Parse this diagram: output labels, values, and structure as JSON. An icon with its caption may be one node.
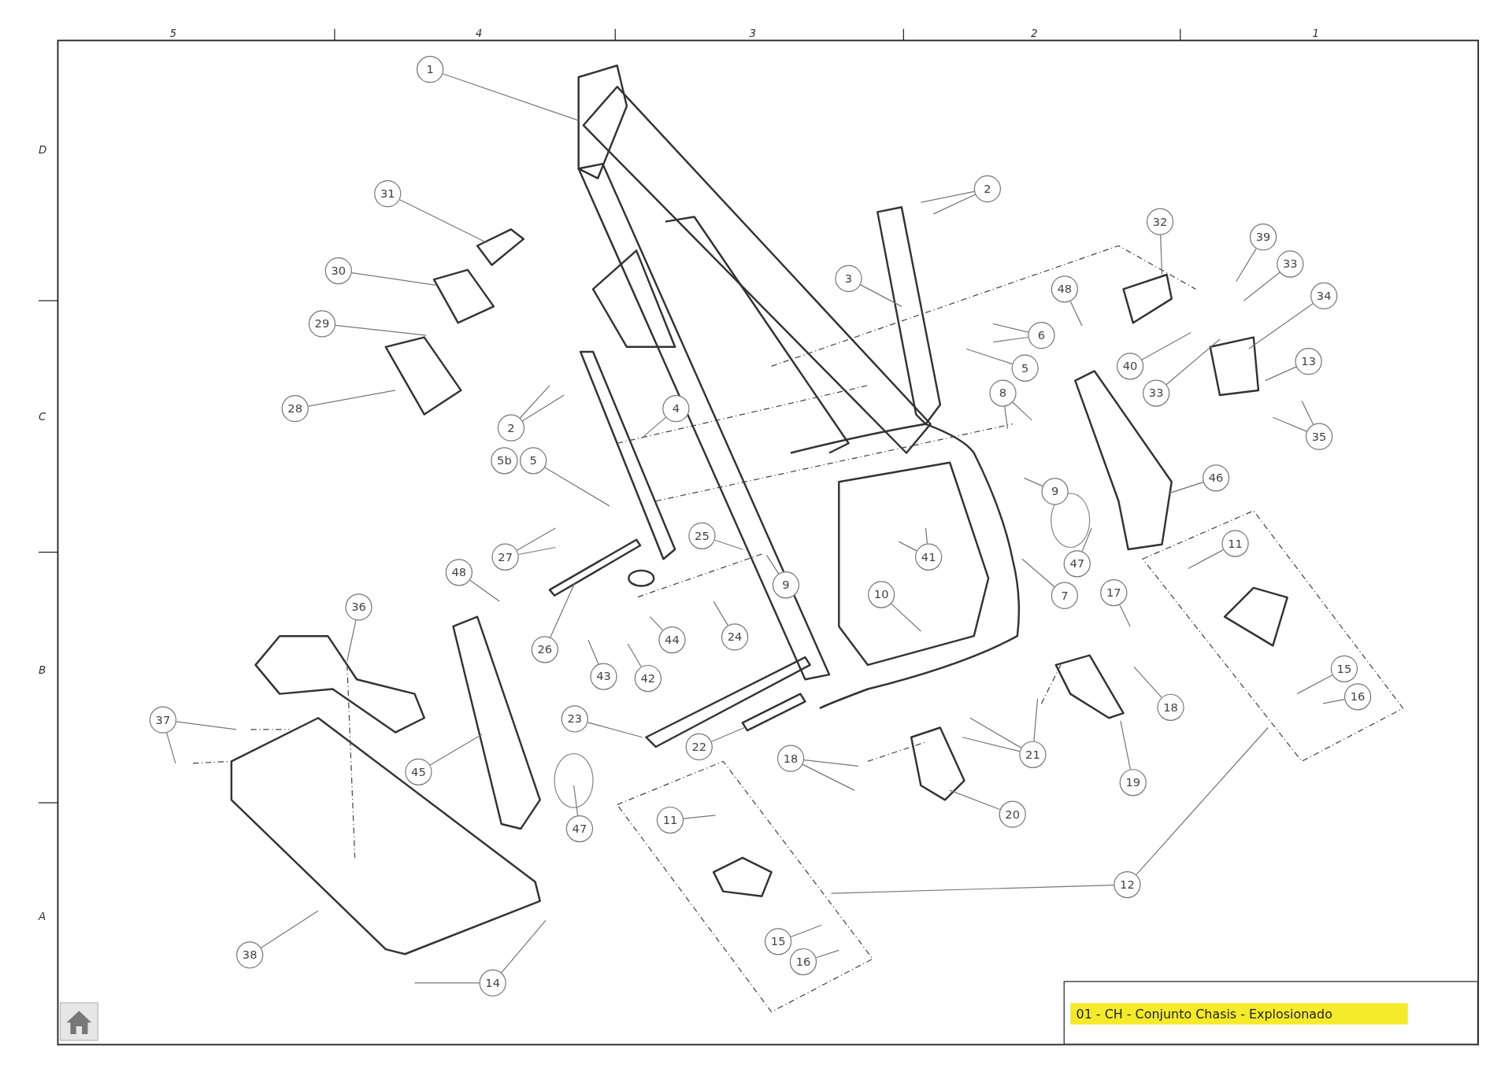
{
  "diagram": {
    "title": "01 - CH - Conjunto Chasis - Explosionado",
    "nodes": [
      {
        "text": [
          "1"
        ]
      },
      {
        "text": [
          "2"
        ]
      },
      {
        "text": [
          "31"
        ]
      },
      {
        "text": [
          "32"
        ]
      },
      {
        "text": [
          "39"
        ]
      },
      {
        "text": [
          "33"
        ]
      },
      {
        "text": [
          "3"
        ]
      },
      {
        "text": [
          "30"
        ]
      },
      {
        "text": [
          "48"
        ]
      },
      {
        "text": [
          "34"
        ]
      },
      {
        "text": [
          "29"
        ]
      },
      {
        "text": [
          "6"
        ]
      },
      {
        "text": [
          "13"
        ]
      },
      {
        "text": [
          "40"
        ]
      },
      {
        "text": [
          "5"
        ]
      },
      {
        "text": [
          "33"
        ]
      },
      {
        "text": [
          "8"
        ]
      },
      {
        "text": [
          "28"
        ]
      },
      {
        "text": [
          "4"
        ]
      },
      {
        "text": [
          "2"
        ]
      },
      {
        "text": [
          "35"
        ]
      },
      {
        "text": [
          "5b"
        ]
      },
      {
        "text": [
          "5"
        ]
      },
      {
        "text": [
          "46"
        ]
      },
      {
        "text": [
          "9"
        ]
      },
      {
        "text": [
          "25"
        ]
      },
      {
        "text": [
          "11"
        ]
      },
      {
        "text": [
          "27"
        ]
      },
      {
        "text": [
          "41"
        ]
      },
      {
        "text": [
          "47"
        ]
      },
      {
        "text": [
          "48"
        ]
      },
      {
        "text": [
          "9"
        ]
      },
      {
        "text": [
          "17"
        ]
      },
      {
        "text": [
          "10"
        ]
      },
      {
        "text": [
          "7"
        ]
      },
      {
        "text": [
          "36"
        ]
      },
      {
        "text": [
          "44"
        ]
      },
      {
        "text": [
          "24"
        ]
      },
      {
        "text": [
          "26"
        ]
      },
      {
        "text": [
          "15"
        ]
      },
      {
        "text": [
          "43"
        ]
      },
      {
        "text": [
          "42"
        ]
      },
      {
        "text": [
          "16"
        ]
      },
      {
        "text": [
          "18"
        ]
      },
      {
        "text": [
          "37"
        ]
      },
      {
        "text": [
          "23"
        ]
      },
      {
        "text": [
          "22"
        ]
      },
      {
        "text": [
          "21"
        ]
      },
      {
        "text": [
          "18"
        ]
      },
      {
        "text": [
          "45"
        ]
      },
      {
        "text": [
          "19"
        ]
      },
      {
        "text": [
          "20"
        ]
      },
      {
        "text": [
          "11"
        ]
      },
      {
        "text": [
          "47"
        ]
      },
      {
        "text": [
          "12"
        ]
      },
      {
        "text": [
          "15"
        ]
      },
      {
        "text": [
          "38"
        ]
      },
      {
        "text": [
          "16"
        ]
      },
      {
        "text": [
          "14"
        ]
      }
    ],
    "edges": [
      {
        "from": 0,
        "to": null,
        "arrow": "none"
      },
      {
        "from": 1,
        "to": null,
        "arrow": "none"
      },
      {
        "from": 1,
        "to": null,
        "arrow": "none"
      },
      {
        "from": 2,
        "to": null,
        "arrow": "none"
      },
      {
        "from": 3,
        "to": null,
        "arrow": "none"
      },
      {
        "from": 4,
        "to": null,
        "arrow": "none"
      },
      {
        "from": 5,
        "to": null,
        "arrow": "none"
      },
      {
        "from": 6,
        "to": null,
        "arrow": "none"
      },
      {
        "from": 7,
        "to": null,
        "arrow": "none"
      },
      {
        "from": 8,
        "to": null,
        "arrow": "none"
      },
      {
        "from": 9,
        "to": null,
        "arrow": "none"
      },
      {
        "from": 10,
        "to": null,
        "arrow": "none"
      },
      {
        "from": 11,
        "to": null,
        "arrow": "none"
      },
      {
        "from": 11,
        "to": null,
        "arrow": "none"
      },
      {
        "from": 12,
        "to": null,
        "arrow": "none"
      },
      {
        "from": 13,
        "to": null,
        "arrow": "none"
      },
      {
        "from": 14,
        "to": null,
        "arrow": "none"
      },
      {
        "from": 15,
        "to": null,
        "arrow": "none"
      },
      {
        "from": 16,
        "to": null,
        "arrow": "none"
      },
      {
        "from": 16,
        "to": null,
        "arrow": "none"
      },
      {
        "from": 17,
        "to": null,
        "arrow": "none"
      },
      {
        "from": 18,
        "to": null,
        "arrow": "none"
      },
      {
        "from": 19,
        "to": null,
        "arrow": "none"
      },
      {
        "from": 19,
        "to": null,
        "arrow": "none"
      },
      {
        "from": 20,
        "to": null,
        "arrow": "none"
      },
      {
        "from": 20,
        "to": null,
        "arrow": "none"
      },
      {
        "from": 22,
        "to": null,
        "arrow": "none"
      },
      {
        "from": 23,
        "to": null,
        "arrow": "none"
      },
      {
        "from": 24,
        "to": null,
        "arrow": "none"
      },
      {
        "from": 25,
        "to": null,
        "arrow": "none"
      },
      {
        "from": 26,
        "to": null,
        "arrow": "none"
      },
      {
        "from": 27,
        "to": null,
        "arrow": "none"
      },
      {
        "from": 27,
        "to": null,
        "arrow": "none"
      },
      {
        "from": 28,
        "to": null,
        "arrow": "none"
      },
      {
        "from": 28,
        "to": null,
        "arrow": "none"
      },
      {
        "from": 29,
        "to": null,
        "arrow": "none"
      },
      {
        "from": 30,
        "to": null,
        "arrow": "none"
      },
      {
        "from": 31,
        "to": null,
        "arrow": "none"
      },
      {
        "from": 32,
        "to": null,
        "arrow": "none"
      },
      {
        "from": 33,
        "to": null,
        "arrow": "none"
      },
      {
        "from": 34,
        "to": null,
        "arrow": "none"
      },
      {
        "from": 35,
        "to": null,
        "arrow": "none"
      },
      {
        "from": 36,
        "to": null,
        "arrow": "none"
      },
      {
        "from": 37,
        "to": null,
        "arrow": "none"
      },
      {
        "from": 38,
        "to": null,
        "arrow": "none"
      },
      {
        "from": 39,
        "to": null,
        "arrow": "none"
      },
      {
        "from": 40,
        "to": null,
        "arrow": "none"
      },
      {
        "from": 41,
        "to": null,
        "arrow": "none"
      },
      {
        "from": 42,
        "to": null,
        "arrow": "none"
      },
      {
        "from": 43,
        "to": null,
        "arrow": "none"
      },
      {
        "from": 44,
        "to": null,
        "arrow": "none"
      },
      {
        "from": 44,
        "to": null,
        "arrow": "none"
      },
      {
        "from": 45,
        "to": null,
        "arrow": "none"
      },
      {
        "from": 46,
        "to": null,
        "arrow": "none"
      },
      {
        "from": 47,
        "to": null,
        "arrow": "none"
      },
      {
        "from": 47,
        "to": null,
        "arrow": "none"
      },
      {
        "from": 47,
        "to": null,
        "arrow": "none"
      },
      {
        "from": 48,
        "to": null,
        "arrow": "none"
      },
      {
        "from": 48,
        "to": null,
        "arrow": "none"
      },
      {
        "from": 49,
        "to": null,
        "arrow": "none"
      },
      {
        "from": 50,
        "to": null,
        "arrow": "none"
      },
      {
        "from": 51,
        "to": null,
        "arrow": "none"
      },
      {
        "from": 52,
        "to": null,
        "arrow": "none"
      },
      {
        "from": 53,
        "to": null,
        "arrow": "none"
      },
      {
        "from": 54,
        "to": null,
        "arrow": "none"
      },
      {
        "from": 54,
        "to": null,
        "arrow": "none"
      },
      {
        "from": 55,
        "to": null,
        "arrow": "none"
      },
      {
        "from": 56,
        "to": null,
        "arrow": "none"
      },
      {
        "from": 57,
        "to": null,
        "arrow": "none"
      },
      {
        "from": 58,
        "to": null,
        "arrow": "none"
      },
      {
        "from": 58,
        "to": null,
        "arrow": "none"
      }
    ],
    "labels": [
      "5",
      "4",
      "3",
      "2",
      "1",
      "D",
      "C",
      "B",
      "A"
    ]
  }
}
